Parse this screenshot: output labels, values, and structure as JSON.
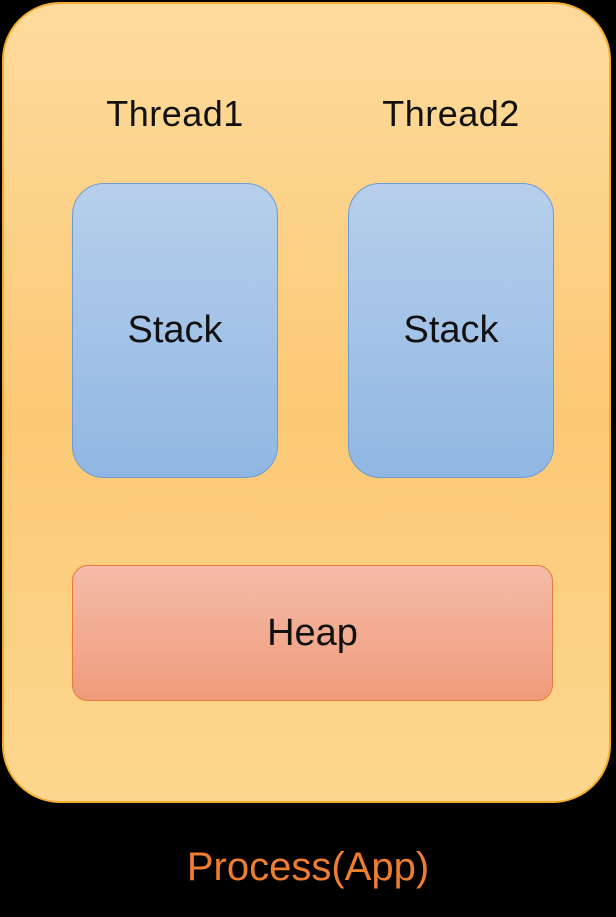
{
  "page": {
    "background": "#000000"
  },
  "diagram": {
    "type": "process-memory-diagram",
    "container_label": "Process(App)",
    "threads": [
      {
        "label": "Thread1",
        "stack": {
          "label": "Stack"
        }
      },
      {
        "label": "Thread2",
        "stack": {
          "label": "Stack"
        }
      }
    ],
    "heap": {
      "label": "Heap"
    },
    "colors": {
      "container_fill_top": "#FEDB9D",
      "container_fill_mid": "#FBC975",
      "container_fill_bottom": "#FDD78F",
      "container_border": "#F3AC2F",
      "stack_fill_top": "#B7CFEC",
      "stack_fill_bottom": "#90B7E3",
      "stack_border": "#6C9CD3",
      "heap_fill_top": "#F5BCA8",
      "heap_fill_bottom": "#EF9B7B",
      "heap_border": "#E8793A",
      "label_text": "#111111",
      "caption_text": "#ED7D31"
    }
  }
}
